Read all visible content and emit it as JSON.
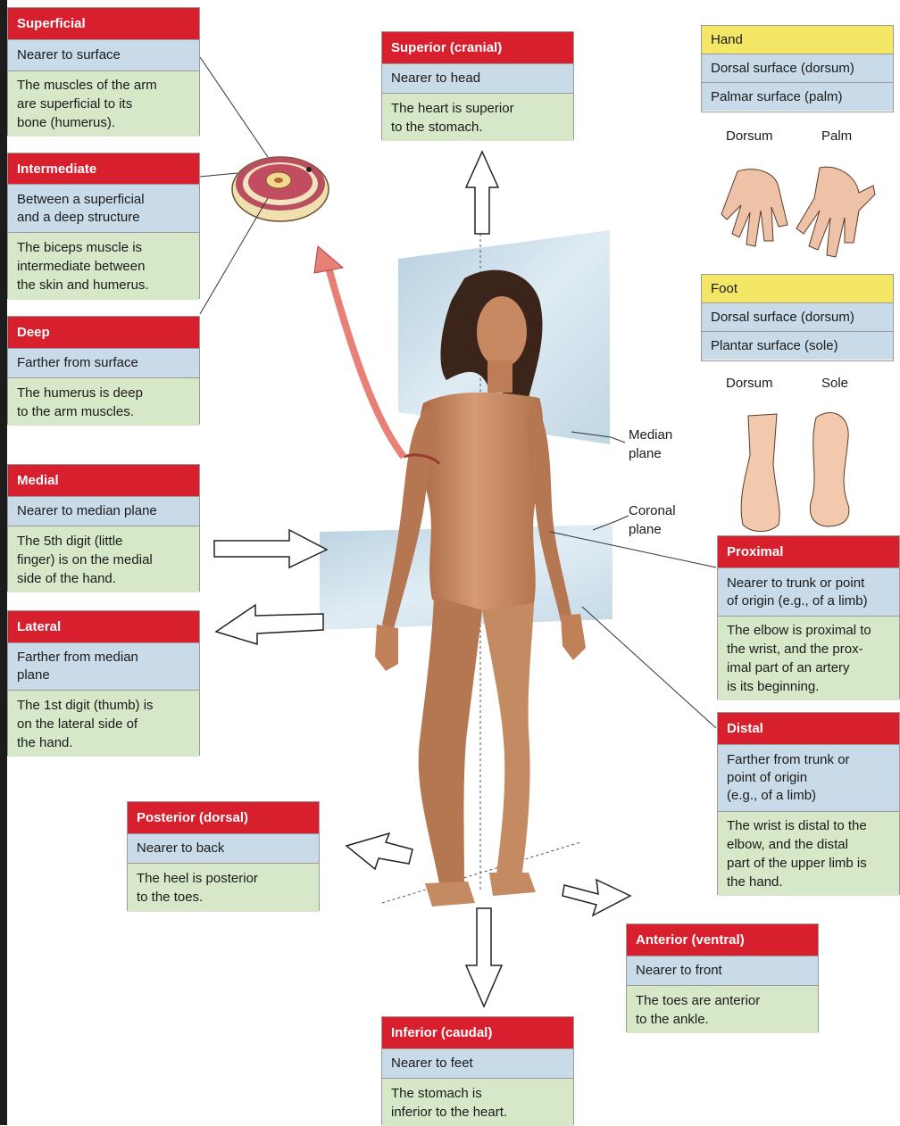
{
  "terms": {
    "superficial": {
      "title": "Superficial",
      "definition": "Nearer to surface",
      "example": "The muscles of the arm\nare superficial to its\nbone (humerus)."
    },
    "intermediate": {
      "title": "Intermediate",
      "definition": "Between a superficial\nand a deep structure",
      "example": "The biceps muscle is\nintermediate between\nthe skin and humerus."
    },
    "deep": {
      "title": "Deep",
      "definition": "Farther from surface",
      "example": "The humerus is deep\nto the arm muscles."
    },
    "medial": {
      "title": "Medial",
      "definition": "Nearer to median plane",
      "example": "The 5th digit (little\nfinger) is on the medial\nside of the hand."
    },
    "lateral": {
      "title": "Lateral",
      "definition": "Farther from median\nplane",
      "example": "The 1st digit (thumb) is\non the lateral side of\nthe hand."
    },
    "superior": {
      "title": "Superior (cranial)",
      "definition": "Nearer to head",
      "example": "The heart is superior\nto the stomach."
    },
    "posterior": {
      "title": "Posterior (dorsal)",
      "definition": "Nearer to back",
      "example": "The heel is posterior\nto the toes."
    },
    "inferior": {
      "title": "Inferior (caudal)",
      "definition": "Nearer to feet",
      "example": "The stomach is\ninferior to the heart."
    },
    "anterior": {
      "title": "Anterior (ventral)",
      "definition": "Nearer to front",
      "example": "The toes are anterior\nto the ankle."
    },
    "proximal": {
      "title": "Proximal",
      "definition": "Nearer to trunk or point\nof origin (e.g., of a limb)",
      "example": "The elbow is proximal to\nthe wrist, and the prox-\nimal part of an artery\nis its beginning."
    },
    "distal": {
      "title": "Distal",
      "definition": "Farther from trunk or\npoint of origin\n(e.g., of a limb)",
      "example": "The wrist is distal to the\nelbow, and the distal\npart of the upper limb is\nthe hand."
    }
  },
  "hand": {
    "title": "Hand",
    "rows": [
      "Dorsal surface (dorsum)",
      "Palmar surface (palm)"
    ],
    "captions": [
      "Dorsum",
      "Palm"
    ]
  },
  "foot": {
    "title": "Foot",
    "rows": [
      "Dorsal surface (dorsum)",
      "Plantar surface (sole)"
    ],
    "captions": [
      "Dorsum",
      "Sole"
    ]
  },
  "planes": {
    "median": "Median\nplane",
    "coronal": "Coronal\nplane"
  },
  "colors": {
    "header_red": "#d71f2e",
    "definition_blue": "#c9dbe9",
    "example_green": "#d6e8c8",
    "yellow_header": "#f5e766",
    "plane_blue": "#b8d3e3",
    "skin": "#c98a64",
    "arrow_red": "#e88078"
  }
}
